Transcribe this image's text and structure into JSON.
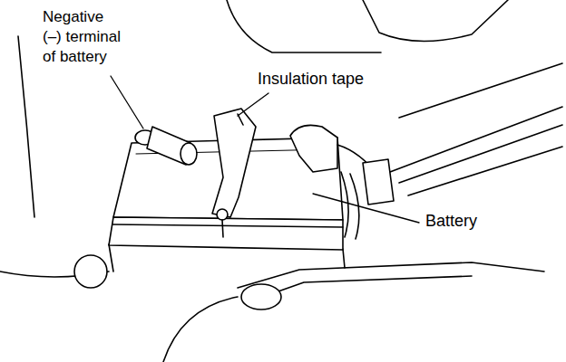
{
  "diagram": {
    "labels": [
      "Negative (–) terminal of battery",
      "Insulation tape",
      "Battery"
    ]
  }
}
